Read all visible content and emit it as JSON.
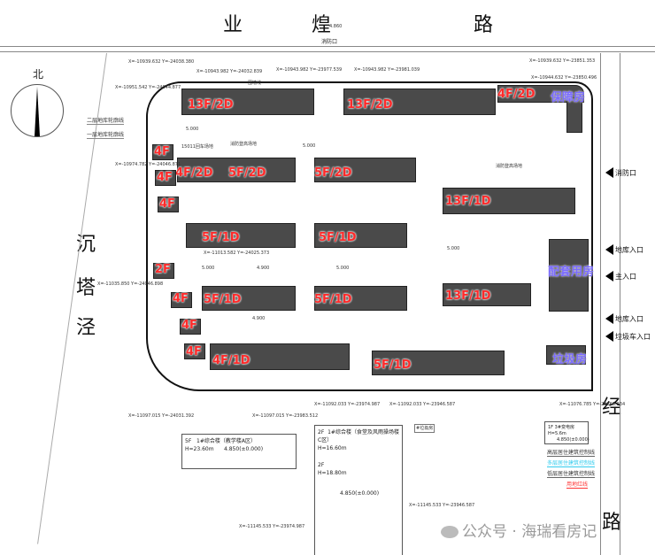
{
  "roads": {
    "north": [
      "业",
      "煌",
      "路"
    ],
    "west": [
      "沉",
      "塔",
      "泾"
    ],
    "east": [
      "经",
      "路"
    ]
  },
  "compass": {
    "label": "北"
  },
  "top_gate": {
    "label": "消防口",
    "elevation": "4.860"
  },
  "left_notes": [
    "二层地库轮廓线",
    "一层地库轮廓线"
  ],
  "buildings": [
    {
      "label": "13F/2D"
    },
    {
      "label": "13F/2D"
    },
    {
      "label": "4F/2D"
    },
    {
      "label": "5F/2D"
    },
    {
      "label": "5F/2D"
    },
    {
      "label": "5F/1D"
    },
    {
      "label": "5F/1D"
    },
    {
      "label": "5F/1D"
    },
    {
      "label": "5F/1D"
    },
    {
      "label": "13F/1D"
    },
    {
      "label": "13F/1D"
    },
    {
      "label": "4F/1D"
    },
    {
      "label": "5F/1D"
    },
    {
      "label": "4F/2D"
    },
    {
      "label": "4F"
    },
    {
      "label": "4F"
    },
    {
      "label": "4F"
    },
    {
      "label": "2F"
    },
    {
      "label": "4F"
    },
    {
      "label": "4F"
    },
    {
      "label": "4F"
    }
  ],
  "facilities": {
    "housing": "保障房",
    "support": "配套用房",
    "garbage": "垃圾房"
  },
  "entrances": [
    "消防口",
    "地库入口",
    "主入口",
    "地库入口",
    "垃圾车入口"
  ],
  "site_notes": [
    "消防登高场地",
    "消防登高场地",
    "15011回车场地",
    "围墙线",
    "#垃圾房"
  ],
  "elevations": [
    "5.000",
    "5.000",
    "5.000",
    "4.900",
    "5.000",
    "4.900",
    "5.000"
  ],
  "coords": [
    "X=-10939.632 Y=-24038.380",
    "X=-10951.542 Y=-24044.877",
    "X=-10943.982 Y=-24032.839",
    "X=-10943.982 Y=-23977.539",
    "X=-10943.982 Y=-23981.039",
    "X=-10939.632 Y=-23851.353",
    "X=-10944.632 Y=-23850.496",
    "X=-10974.782 Y=-24046.871",
    "X=-11013.582 Y=-24025.373",
    "X=-11035.850 Y=-24046.898",
    "X=-11097.015 Y=-24031.392",
    "X=-11097.015 Y=-23983.512",
    "X=-11092.033 Y=-23974.987",
    "X=-11092.033 Y=-23946.587",
    "X=-11076.785 Y=-23868.234",
    "X=-11145.533 Y=-23974.987",
    "X=-11145.533 Y=-23946.587"
  ],
  "blocks": {
    "a": {
      "floors": "5F",
      "name": "1#综合楼（教学楼A区）",
      "height": "H=23.60m",
      "elev": "4.850(±0.000)"
    },
    "c": {
      "floors": "2F",
      "name": "1#综合楼（食堂及风雨操场楼C区）",
      "height": "H=16.60m"
    },
    "c2": {
      "floors": "2F",
      "height": "H=18.80m",
      "elev": "4.850(±0.000)"
    },
    "sub": {
      "floors": "1F",
      "name": "3#变电房",
      "height": "H=5.6m",
      "elev": "4.850(±0.000)"
    }
  },
  "legend": [
    {
      "label": "高层居住建筑控制线",
      "color": "#555555"
    },
    {
      "label": "多层居住建筑控制线",
      "color": "#33ccee"
    },
    {
      "label": "低层居住建筑控制线",
      "color": "#555555"
    },
    {
      "label": "用地红线",
      "color": "#ff3333"
    }
  ],
  "watermark": "公众号 · 海瑞看房记"
}
